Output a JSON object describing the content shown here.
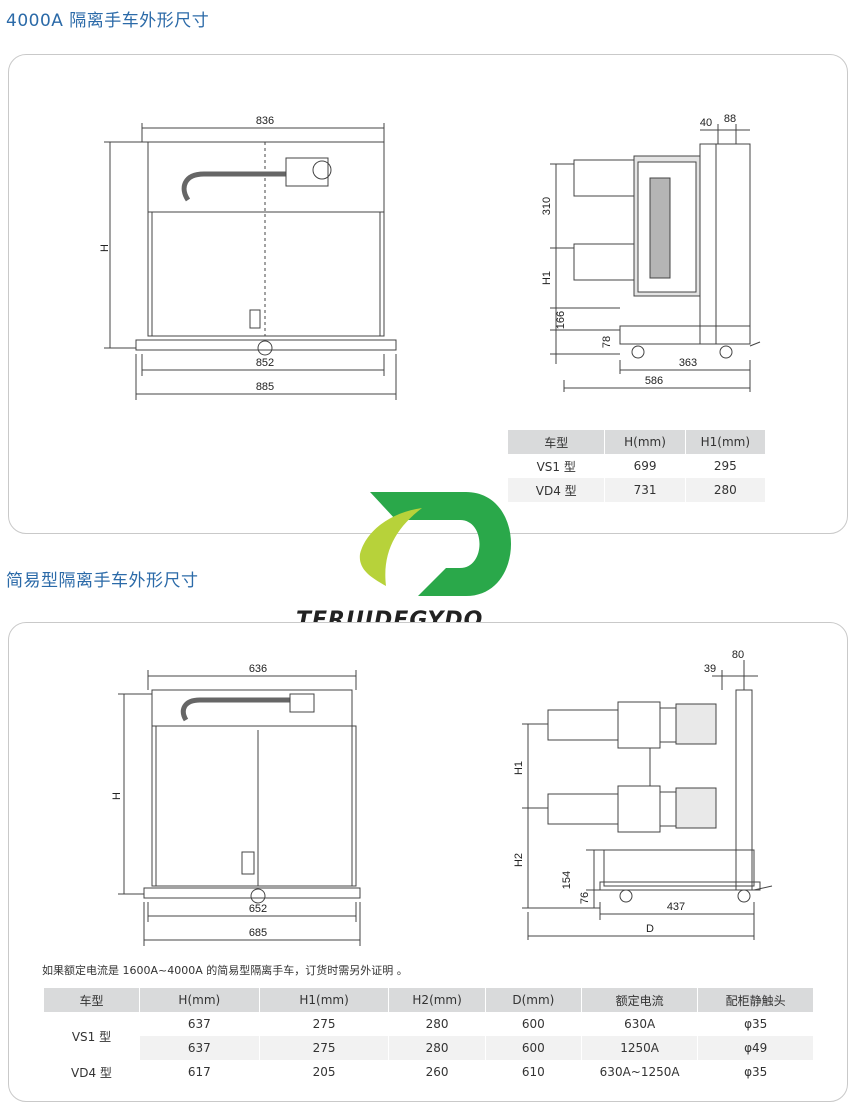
{
  "section1": {
    "title": "4000A 隔离手车外形尺寸",
    "front_dims": {
      "top": "836",
      "height_label": "H",
      "bottom1": "852",
      "bottom2": "885"
    },
    "side_dims": {
      "d40": "40",
      "d88": "88",
      "d310": "310",
      "h1": "H1",
      "d166": "166",
      "d78": "78",
      "d363": "363",
      "d586": "586"
    },
    "table": {
      "headers": [
        "车型",
        "H(mm)",
        "H1(mm)"
      ],
      "rows": [
        [
          "VS1 型",
          "699",
          "295"
        ],
        [
          "VD4 型",
          "731",
          "280"
        ]
      ]
    }
  },
  "logo": {
    "text": "TERUIDEGYDQ",
    "colors": {
      "green": "#2aa84a",
      "yellow": "#b7d23a",
      "dark": "#1a1a1a"
    }
  },
  "section2": {
    "title": "简易型隔离手车外形尺寸",
    "front_dims": {
      "top": "636",
      "height_label": "H",
      "bottom1": "652",
      "bottom2": "685"
    },
    "side_dims": {
      "d39": "39",
      "d80": "80",
      "h1": "H1",
      "h2": "H2",
      "d154": "154",
      "d76": "76",
      "d437": "437",
      "d": "D"
    },
    "note": "如果额定电流是 1600A~4000A 的简易型隔离手车，订货时需另外证明 。",
    "table": {
      "headers": [
        "车型",
        "H(mm)",
        "H1(mm)",
        "H2(mm)",
        "D(mm)",
        "额定电流",
        "配柜静触头"
      ],
      "rows": [
        [
          "VS1 型",
          "637",
          "275",
          "280",
          "600",
          "630A",
          "φ35"
        ],
        [
          "",
          "637",
          "275",
          "280",
          "600",
          "1250A",
          "φ49"
        ],
        [
          "VD4 型",
          "617",
          "205",
          "260",
          "610",
          "630A~1250A",
          "φ35"
        ]
      ]
    }
  }
}
